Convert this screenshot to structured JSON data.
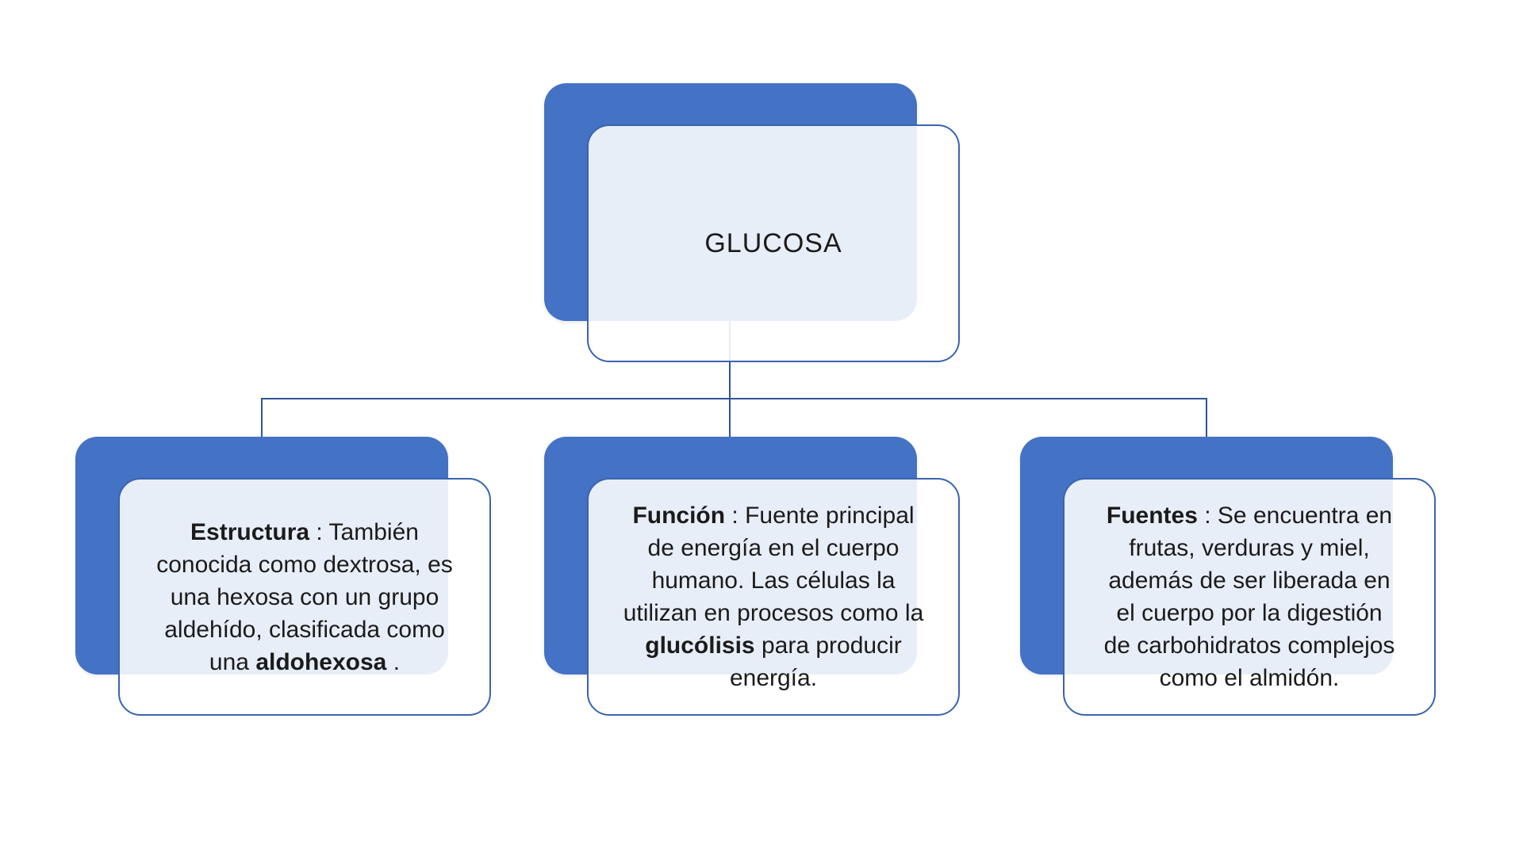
{
  "diagram": {
    "type": "hierarchy",
    "root": {
      "label": "GLUCOSA"
    },
    "children": [
      {
        "name": "estructura",
        "lines": [
          [
            {
              "t": "Estructura",
              "b": true
            },
            {
              "t": " : También"
            }
          ],
          [
            {
              "t": "conocida como dextrosa, es"
            }
          ],
          [
            {
              "t": "una hexosa con un grupo"
            }
          ],
          [
            {
              "t": "aldehído, clasificada como"
            }
          ],
          [
            {
              "t": "una "
            },
            {
              "t": "aldohexosa",
              "b": true
            },
            {
              "t": " ."
            }
          ]
        ]
      },
      {
        "name": "funcion",
        "lines": [
          [
            {
              "t": "Función",
              "b": true
            },
            {
              "t": " : Fuente principal"
            }
          ],
          [
            {
              "t": "de energía en el cuerpo"
            }
          ],
          [
            {
              "t": "humano. Las células la"
            }
          ],
          [
            {
              "t": "utilizan en procesos como la"
            }
          ],
          [
            {
              "t": "glucólisis",
              "b": true
            },
            {
              "t": " para producir"
            }
          ],
          [
            {
              "t": "energía."
            }
          ]
        ]
      },
      {
        "name": "fuentes",
        "lines": [
          [
            {
              "t": "Fuentes",
              "b": true
            },
            {
              "t": " : Se encuentra en"
            }
          ],
          [
            {
              "t": "frutas, verduras y miel,"
            }
          ],
          [
            {
              "t": "además de ser liberada en"
            }
          ],
          [
            {
              "t": "el cuerpo por la digestión"
            }
          ],
          [
            {
              "t": "de carbohidratos complejos"
            }
          ],
          [
            {
              "t": "como el almidón."
            }
          ]
        ]
      }
    ],
    "colors": {
      "node_fill": "#4472c4",
      "node_border": "#3a64af",
      "node_overlay_tint": "#e9eef8",
      "connector": "#2f5597",
      "text": "#1b1b1b",
      "background": "#ffffff"
    }
  }
}
